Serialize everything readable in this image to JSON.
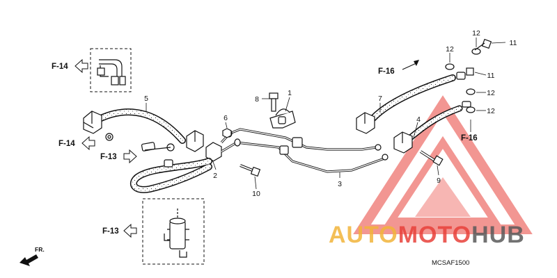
{
  "diagram": {
    "callouts": {
      "c1": "1",
      "c2": "2",
      "c3": "3",
      "c4": "4",
      "c5": "5",
      "c6": "6",
      "c7": "7",
      "c8": "8",
      "c9": "9",
      "c10": "10",
      "c11a": "11",
      "c11b": "11",
      "c12a": "12",
      "c12b": "12",
      "c12c": "12",
      "c12d": "12"
    },
    "references": {
      "f14_top": "F-14",
      "f14_mid": "F-14",
      "f13_mid": "F-13",
      "f13_bottom": "F-13",
      "f16_top": "F-16",
      "f16_right": "F-16"
    },
    "front_label": "FR.",
    "diagram_code": "MCSAF1500",
    "colors": {
      "line": "#111111",
      "accent": "#e8413a",
      "watermark_red": "#e8413a",
      "watermark_gold": "#f2b43a",
      "watermark_gray": "#5a5a5a"
    }
  },
  "watermark": {
    "part1": "AUTO",
    "part2": "MOTO",
    "part3": "HUB"
  }
}
